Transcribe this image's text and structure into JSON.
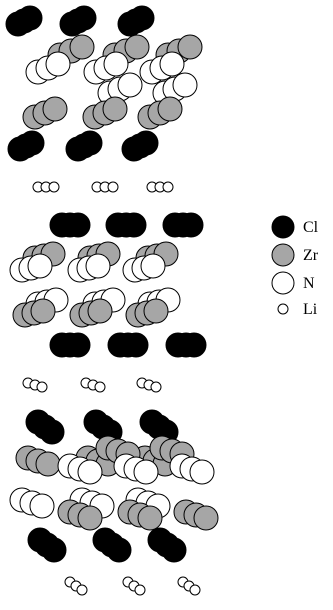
{
  "legend": [
    {
      "label": "Cl",
      "fill": "#000000"
    },
    {
      "label": "Zr",
      "fill": "#a6a6a6"
    },
    {
      "label": "N",
      "fill": "#ffffff"
    },
    {
      "label": "Li",
      "fill": "#ffffff"
    }
  ],
  "atom_colors": {
    "Cl": "#000000",
    "Zr": "#a6a6a6",
    "N": "#ffffff",
    "Li": "#ffffff",
    "outline": "#000000"
  }
}
